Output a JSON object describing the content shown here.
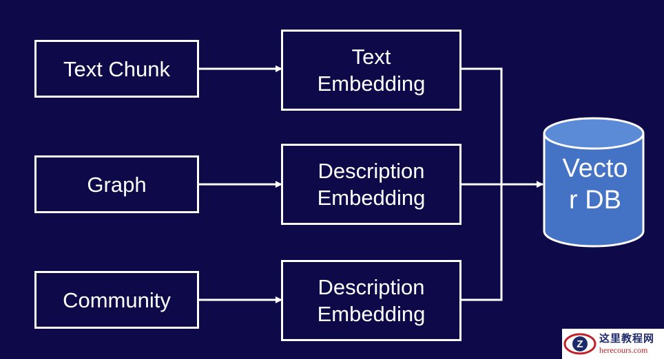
{
  "diagram": {
    "sources": [
      {
        "lines": [
          "Text Chunk"
        ]
      },
      {
        "lines": [
          "Graph"
        ]
      },
      {
        "lines": [
          "Community"
        ]
      }
    ],
    "embeddings": [
      {
        "lines": [
          "Text",
          "Embedding"
        ]
      },
      {
        "lines": [
          "Description",
          "Embedding"
        ]
      },
      {
        "lines": [
          "Description",
          "Embedding"
        ]
      }
    ],
    "store": {
      "lines": [
        "Vecto",
        "r DB"
      ]
    }
  },
  "watermark": {
    "logo_letter": "Z",
    "name": "这里教程网",
    "url": "herecours.com"
  },
  "colors": {
    "background": "#0e0a4a",
    "line": "#ffffff",
    "database": "#4472c4",
    "database_top": "#5b8ad6"
  }
}
